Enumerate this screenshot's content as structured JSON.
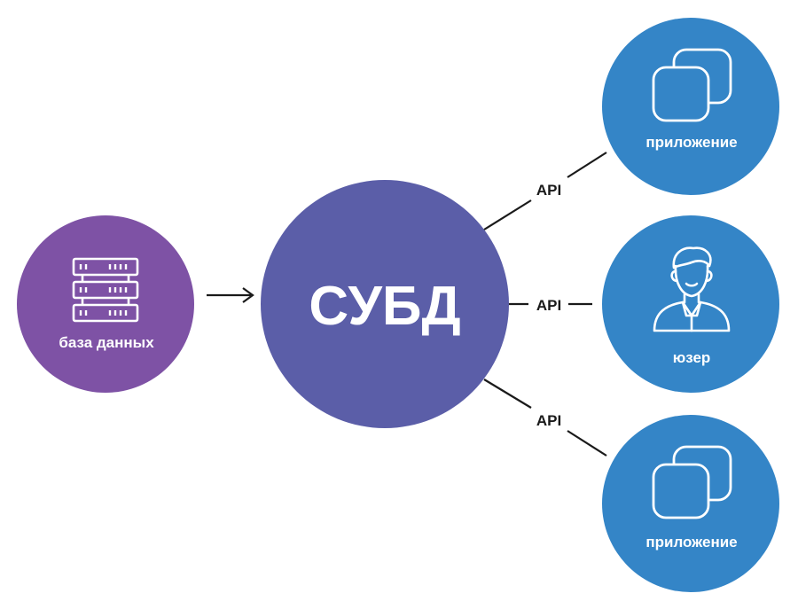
{
  "colors": {
    "database": "#7e52a5",
    "dbms": "#5b5ea8",
    "client": "#3485c7",
    "line": "#1a1a1a",
    "icon": "#ffffff"
  },
  "database": {
    "label": "база данных",
    "icon": "server-rack-icon"
  },
  "dbms": {
    "label": "СУБД"
  },
  "clients": [
    {
      "label": "приложение",
      "icon": "app-windows-icon",
      "connector": "API"
    },
    {
      "label": "юзер",
      "icon": "user-person-icon",
      "connector": "API"
    },
    {
      "label": "приложение",
      "icon": "app-windows-icon",
      "connector": "API"
    }
  ]
}
